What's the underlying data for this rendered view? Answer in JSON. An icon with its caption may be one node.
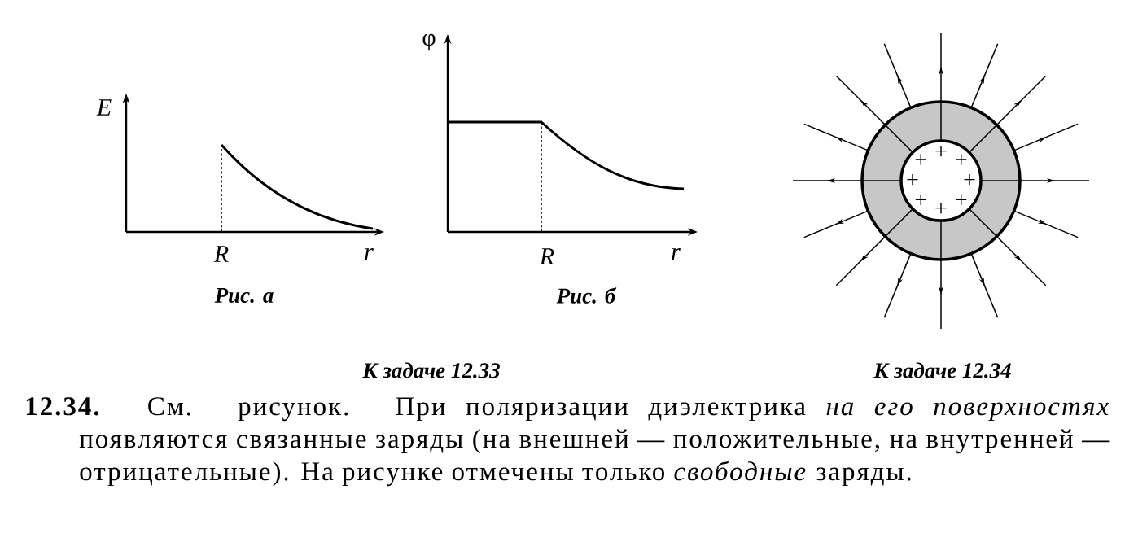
{
  "diagram": {
    "labels": [
      "E",
      "R",
      "r",
      "Рис. а",
      "φ",
      "R",
      "r",
      "Рис. б",
      "К задаче 12.33",
      "+",
      "+",
      "+",
      "+",
      "+",
      "+",
      "+",
      "+",
      "К задаче 12.34",
      "**12.34.** См. рисунок. При поляризации диэлектрика *на его поверхностях* появляются связанные заряды (на внешней — положительные, на внутренней — отрицательные). На рисунке отмечены только *свободные* заряды."
    ]
  }
}
